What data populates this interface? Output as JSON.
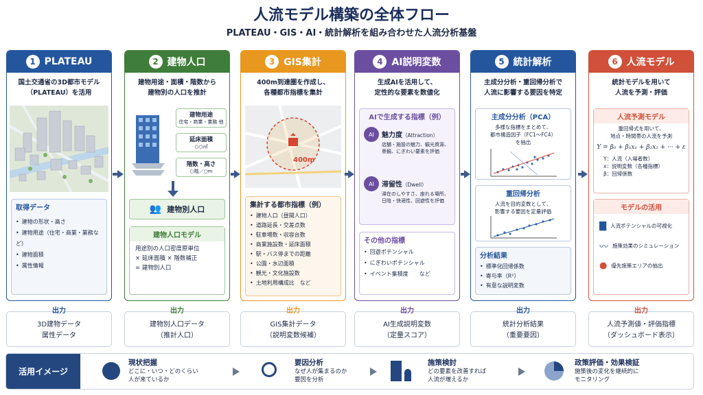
{
  "title": "人流モデル構築の全体フロー",
  "subtitle": "PLATEAU・GIS・AI・統計解析を組み合わせた人流分析基盤",
  "steps": [
    {
      "num": "1",
      "name": "PLATEAU",
      "color": "#24569e",
      "desc": "国土交通省の3D都市モデル\n（PLATEAU）を活用",
      "box_title": "取得データ",
      "items": [
        "建物の形状・高さ",
        "建物用途（住宅・商業・業務など）",
        "建物面積",
        "属性情報"
      ],
      "out_label": "出力",
      "out1": "3D建物データ",
      "out2": "属性データ"
    },
    {
      "num": "2",
      "name": "建物人口",
      "color": "#3f7d3a",
      "desc": "建物用途・面積・階数から\n建物別の人口を推計",
      "tags": [
        {
          "t": "建物用途",
          "s": "住宅・商業・業務 他"
        },
        {
          "t": "延床面積",
          "s": "○○㎡"
        },
        {
          "t": "階数・高さ",
          "s": "○階／○m"
        }
      ],
      "pop_label": "建物別人口",
      "model_title": "建物人口モデル",
      "model_lines": [
        "用途別の人口密度原単位",
        "× 延床面積 × 階数補正",
        "= 建物別人口"
      ],
      "out_label": "出力",
      "out1": "建物別人口データ",
      "out2": "（推計人口）"
    },
    {
      "num": "3",
      "name": "GIS集計",
      "color": "#e8971f",
      "desc": "400m到達圏を作成し、\n各種都市指標を集計",
      "radius_label": "400m",
      "box_title": "集計する都市指標（例）",
      "items": [
        "建物人口（昼間人口）",
        "道路延長・交差点数",
        "駐車場数・収容台数",
        "商業施設数・延床面積",
        "駅・バス停までの距離",
        "公園・水辺面積",
        "観光・文化施設数",
        "土地利用構成比　など"
      ],
      "out_label": "出力",
      "out1": "GIS集計データ",
      "out2": "（説明変数候補）"
    },
    {
      "num": "4",
      "name": "AI説明変数",
      "color": "#6b4ea0",
      "desc": "生成AIを活用して、\n定性的な要素を数値化",
      "box_title": "AIで生成する指標（例）",
      "ai": [
        {
          "t": "魅力度",
          "en": "（Attraction）",
          "s": "店舗・施設の魅力、観光資源、景観、にぎわい要素を評価"
        },
        {
          "t": "滞留性",
          "en": "（Dwell）",
          "s": "滞在のしやすさ、座れる場所、日陰・快適性、回遊性を評価"
        }
      ],
      "other_title": "その他の指標",
      "other_items": [
        "回遊ポテンシャル",
        "にぎわいポテンシャル",
        "イベント集積度　　など"
      ],
      "out_label": "出力",
      "out1": "AI生成説明変数",
      "out2": "（定量スコア）"
    },
    {
      "num": "5",
      "name": "統計解析",
      "color": "#24569e",
      "desc": "主成分分析・重回帰分析で\n人流に影響する要因を特定",
      "pca_title": "主成分分析（PCA）",
      "pca_text": "多様な指標をまとめて、\n都市構造因子（FC1〜FC4）\nを抽出",
      "reg_title": "重回帰分析",
      "reg_text": "人流を目的変数として、\n影響する要因を定量評価",
      "res_title": "分析結果",
      "res_items": [
        "標準化回帰係数",
        "寄与率（R²）",
        "有意な説明変数"
      ],
      "out_label": "出力",
      "out1": "統計分析結果",
      "out2": "（重要要因）"
    },
    {
      "num": "6",
      "name": "人流モデル",
      "color": "#d0503a",
      "desc": "統計モデルを用いて\n人流を予測・評価",
      "pred_title": "人流予測モデル",
      "pred_text": "重回帰式を用いて、\n地点・時間帯の人流を予測",
      "formula": "Y = β₀ + β₁x₁ + β₂x₂ + ··· + ε",
      "legend": [
        "Y：人流（入場者数）",
        "x：説明変数（各種指標）",
        "β：回帰係数"
      ],
      "use_title": "モデルの活用",
      "use_items": [
        "人流ポテンシャルの可視化",
        "施策効果のシミュレーション",
        "優先施策エリアの抽出"
      ],
      "out_label": "出力",
      "out1": "人流予測値・評価指標",
      "out2": "（ダッシュボード表示）"
    }
  ],
  "usage": {
    "tag": "活用イメージ",
    "items": [
      {
        "title": "現状把握",
        "text": "どこに・いつ・どのくらい\n人が来ているか"
      },
      {
        "title": "要因分析",
        "text": "なぜ人が集まるのか\n要因を分析"
      },
      {
        "title": "施策検討",
        "text": "どの要素を改善すれば\n人流が増えるか"
      },
      {
        "title": "政策評価・効果検証",
        "text": "施策後の変化を継続的に\nモニタリング"
      }
    ]
  }
}
